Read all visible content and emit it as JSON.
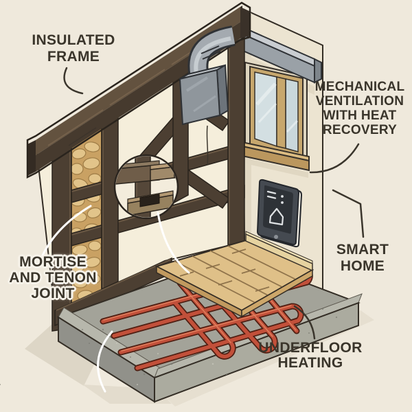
{
  "diagram": {
    "subject": "insulated timber-frame wall construction cutaway",
    "labels": {
      "insulated_frame": {
        "lines": [
          "INSULATED",
          "FRAME"
        ]
      },
      "mvhr": {
        "lines": [
          "MECHANICAL",
          "VENTILATION",
          "WITH HEAT",
          "RECOVERY"
        ]
      },
      "mortise": {
        "lines": [
          "MORTISE",
          "AND TENON",
          "JOINT"
        ]
      },
      "smart_home": {
        "lines": [
          "SMART",
          "HOME"
        ]
      },
      "underfloor": {
        "lines": [
          "UNDERFLOOR",
          "HEATING"
        ]
      }
    },
    "icons": [
      "house-outline-icon",
      "magnifier-circle",
      "menu-lines-icon"
    ],
    "palette": {
      "background": "#efe9dc",
      "text": "#3a352b",
      "timber": "#4c3f32",
      "timber_light": "#675646",
      "infill": "#f5eedb",
      "insulation": "#c9a163",
      "insulation_stone": "#e2c48a",
      "concrete_top": "#a3a399",
      "concrete_face": "#91918a",
      "pipe": "#c2503a",
      "pipe_outline": "#4f1f13",
      "wood_floor": "#dfc088",
      "duct": "#9aa1a7",
      "glass": "#d3dfe2",
      "window_frame": "#c7a76d",
      "device": "#454a51",
      "leader_white": "#ffffff"
    }
  }
}
